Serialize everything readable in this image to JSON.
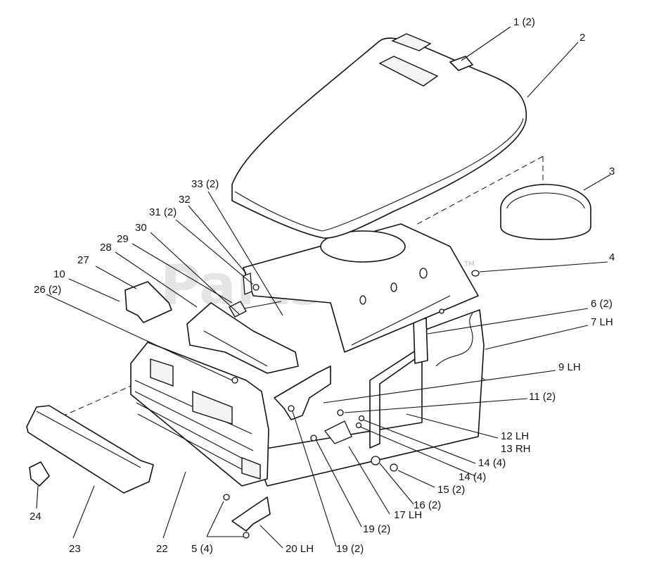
{
  "watermark": {
    "text": "PartsTree",
    "trademark": "TM"
  },
  "callouts": [
    {
      "id": "c1",
      "text": "1 (2)"
    },
    {
      "id": "c2",
      "text": "2"
    },
    {
      "id": "c3",
      "text": "3"
    },
    {
      "id": "c4",
      "text": "4"
    },
    {
      "id": "c6",
      "text": "6 (2)"
    },
    {
      "id": "c7",
      "text": "7 LH"
    },
    {
      "id": "c9",
      "text": "9 LH"
    },
    {
      "id": "c11",
      "text": "11 (2)"
    },
    {
      "id": "c12",
      "text": "12 LH"
    },
    {
      "id": "c13",
      "text": "13 RH"
    },
    {
      "id": "c14a",
      "text": "14 (4)"
    },
    {
      "id": "c14b",
      "text": "14 (4)"
    },
    {
      "id": "c15",
      "text": "15 (2)"
    },
    {
      "id": "c16",
      "text": "16 (2)"
    },
    {
      "id": "c17",
      "text": "17 LH"
    },
    {
      "id": "c19a",
      "text": "19 (2)"
    },
    {
      "id": "c19b",
      "text": "19 (2)"
    },
    {
      "id": "c20",
      "text": "20 LH"
    },
    {
      "id": "c5",
      "text": "5 (4)"
    },
    {
      "id": "c22",
      "text": "22"
    },
    {
      "id": "c23",
      "text": "23"
    },
    {
      "id": "c24",
      "text": "24"
    },
    {
      "id": "c10",
      "text": "10"
    },
    {
      "id": "c26",
      "text": "26 (2)"
    },
    {
      "id": "c27",
      "text": "27"
    },
    {
      "id": "c28",
      "text": "28"
    },
    {
      "id": "c29",
      "text": "29"
    },
    {
      "id": "c30",
      "text": "30"
    },
    {
      "id": "c31",
      "text": "31 (2)"
    },
    {
      "id": "c32",
      "text": "32"
    },
    {
      "id": "c33",
      "text": "33 (2)"
    }
  ]
}
